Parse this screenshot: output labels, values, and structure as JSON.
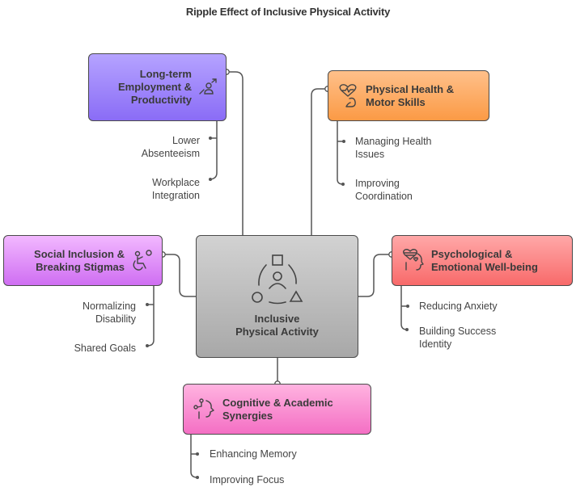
{
  "title": "Ripple Effect of Inclusive Physical Activity",
  "center": {
    "label": "Inclusive Physical Activity",
    "label_lines": [
      "Inclusive",
      "Physical Activity"
    ],
    "icon": "inclusion-shapes-icon",
    "color": "#bdbdbd"
  },
  "branches": [
    {
      "id": "employment",
      "label_lines": [
        "Long-term",
        "Employment &",
        "Productivity"
      ],
      "icon": "career-growth-icon",
      "color": "#9f88fb",
      "items": [
        {
          "lines": [
            "Lower",
            "Absenteeism"
          ]
        },
        {
          "lines": [
            "Workplace",
            "Integration"
          ]
        }
      ]
    },
    {
      "id": "physical",
      "label_lines": [
        "Physical Health &",
        "Motor Skills"
      ],
      "icon": "heart-muscle-icon",
      "color": "#fdad68",
      "items": [
        {
          "lines": [
            "Managing Health",
            "Issues"
          ]
        },
        {
          "lines": [
            "Improving",
            "Coordination"
          ]
        }
      ]
    },
    {
      "id": "social",
      "label_lines": [
        "Social Inclusion &",
        "Breaking Stigmas"
      ],
      "icon": "wheelchair-ball-icon",
      "color": "#e193fa",
      "items": [
        {
          "lines": [
            "Normalizing",
            "Disability"
          ]
        },
        {
          "lines": [
            "Shared Goals"
          ]
        }
      ]
    },
    {
      "id": "psychological",
      "label_lines": [
        "Psychological &",
        "Emotional Well-being"
      ],
      "icon": "head-heart-icon",
      "color": "#fb8989",
      "items": [
        {
          "lines": [
            "Reducing Anxiety"
          ]
        },
        {
          "lines": [
            "Building Success",
            "Identity"
          ]
        }
      ]
    },
    {
      "id": "cognitive",
      "label_lines": [
        "Cognitive & Academic",
        "Synergies"
      ],
      "icon": "head-idea-icon",
      "color": "#f892d2",
      "items": [
        {
          "lines": [
            "Enhancing Memory"
          ]
        },
        {
          "lines": [
            "Improving Focus"
          ]
        }
      ]
    }
  ]
}
